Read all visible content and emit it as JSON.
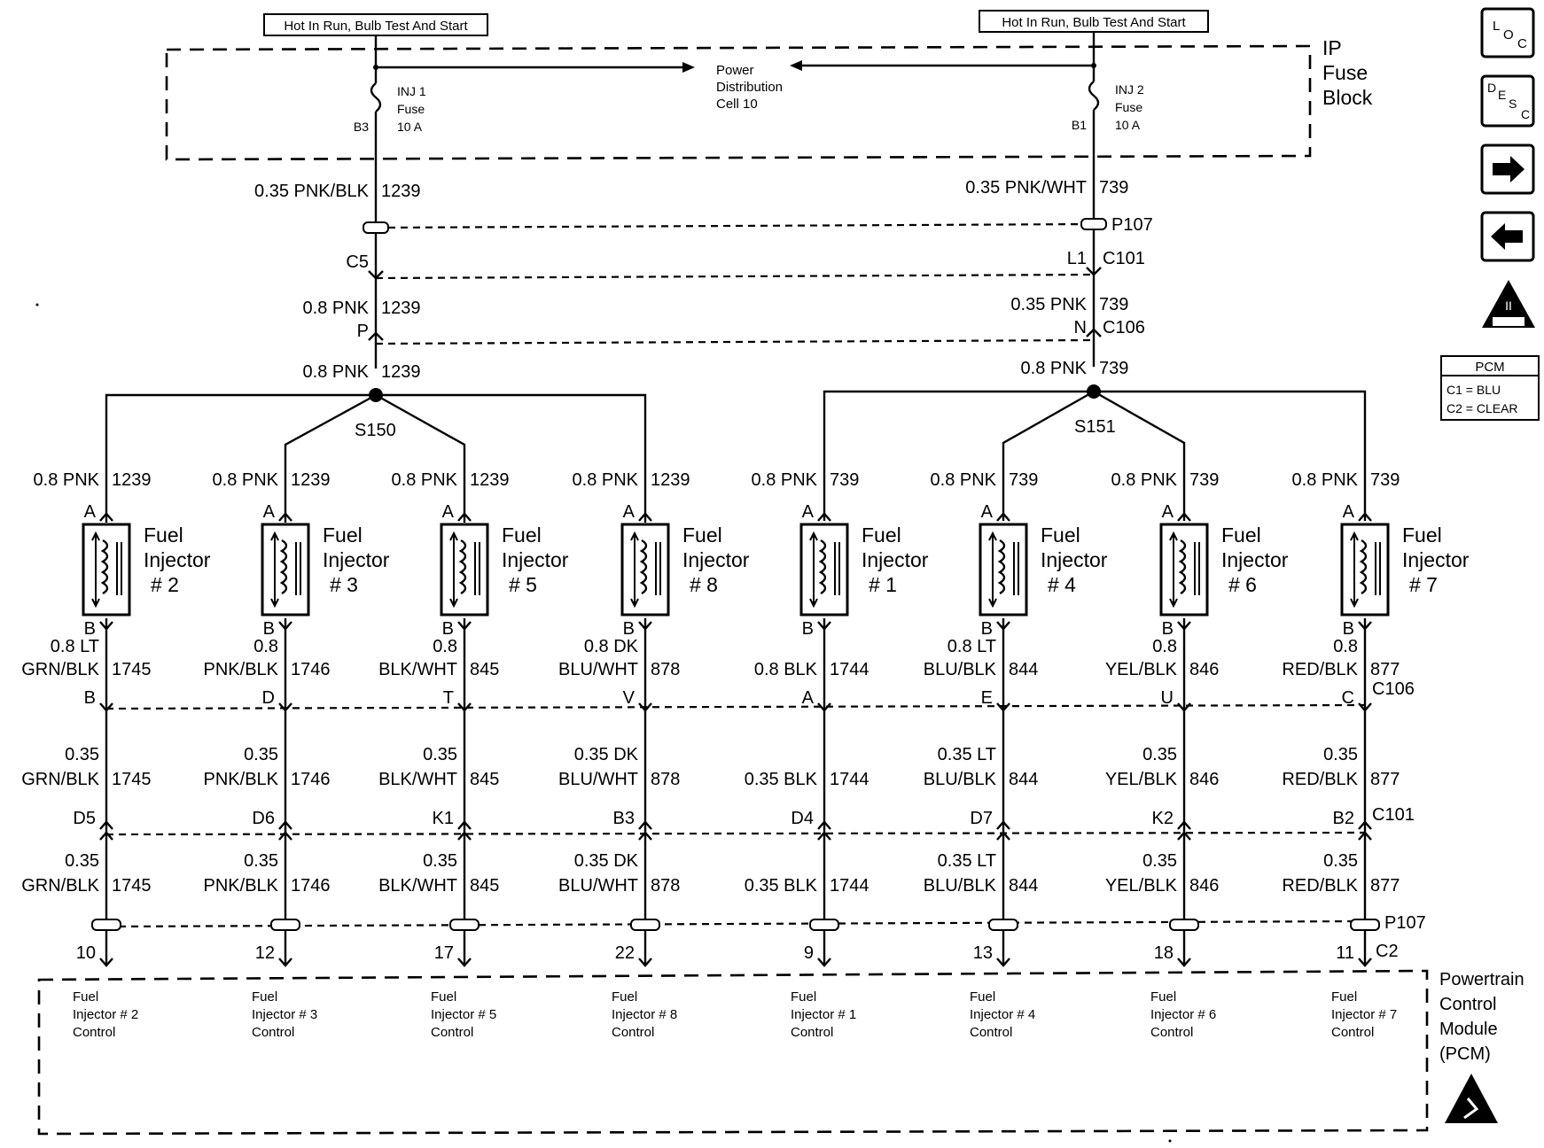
{
  "top": {
    "label_left": "Hot In Run, Bulb Test And Start",
    "label_right": "Hot In Run, Bulb Test And Start",
    "power_dist": [
      "Power",
      "Distribution",
      "Cell 10"
    ],
    "fuse_block": [
      "IP",
      "Fuse",
      "Block"
    ],
    "fuse_left": {
      "name": [
        "INJ 1",
        "Fuse",
        "10 A"
      ],
      "pin": "B3"
    },
    "fuse_right": {
      "name": [
        "INJ 2",
        "Fuse",
        "10 A"
      ],
      "pin": "B1"
    }
  },
  "bus_left": {
    "w1": "0.35 PNK/BLK",
    "c1": "1239",
    "pin_c101": "C5",
    "w2": "0.8 PNK",
    "c2": "1239",
    "pin_c106": "P",
    "w3": "0.8 PNK",
    "c3": "1239",
    "splice": "S150"
  },
  "bus_right": {
    "w1": "0.35 PNK/WHT",
    "c1": "739",
    "p107": "P107",
    "pin_c101": "L1",
    "c101": "C101",
    "w2": "0.35 PNK",
    "c2": "739",
    "pin_c106": "N",
    "c106": "C106",
    "w3": "0.8 PNK",
    "c3": "739",
    "splice": "S151"
  },
  "injectors": [
    {
      "feed_w": "0.8 PNK",
      "feed_c": "1239",
      "title": [
        "Fuel",
        "Injector",
        "# 2"
      ],
      "pinA": "A",
      "pinB": "B",
      "w1": [
        "0.8 LT",
        "GRN/BLK"
      ],
      "c1": "1745",
      "c106": "B",
      "w2": [
        "0.35",
        "GRN/BLK"
      ],
      "c2": "1745",
      "c101": "D5",
      "w3": [
        "0.35",
        "GRN/BLK"
      ],
      "c3": "1745",
      "pcm_pin": "10",
      "pcm_label": [
        "Fuel",
        "Injector # 2",
        "Control"
      ]
    },
    {
      "feed_w": "0.8 PNK",
      "feed_c": "1239",
      "title": [
        "Fuel",
        "Injector",
        "# 3"
      ],
      "pinA": "A",
      "pinB": "B",
      "w1": [
        "0.8",
        "PNK/BLK"
      ],
      "c1": "1746",
      "c106": "D",
      "w2": [
        "0.35",
        "PNK/BLK"
      ],
      "c2": "1746",
      "c101": "D6",
      "w3": [
        "0.35",
        "PNK/BLK"
      ],
      "c3": "1746",
      "pcm_pin": "12",
      "pcm_label": [
        "Fuel",
        "Injector # 3",
        "Control"
      ]
    },
    {
      "feed_w": "0.8 PNK",
      "feed_c": "1239",
      "title": [
        "Fuel",
        "Injector",
        "# 5"
      ],
      "pinA": "A",
      "pinB": "B",
      "w1": [
        "0.8",
        "BLK/WHT"
      ],
      "c1": "845",
      "c106": "T",
      "w2": [
        "0.35",
        "BLK/WHT"
      ],
      "c2": "845",
      "c101": "K1",
      "w3": [
        "0.35",
        "BLK/WHT"
      ],
      "c3": "845",
      "pcm_pin": "17",
      "pcm_label": [
        "Fuel",
        "Injector # 5",
        "Control"
      ]
    },
    {
      "feed_w": "0.8 PNK",
      "feed_c": "1239",
      "title": [
        "Fuel",
        "Injector",
        "# 8"
      ],
      "pinA": "A",
      "pinB": "B",
      "w1": [
        "0.8 DK",
        "BLU/WHT"
      ],
      "c1": "878",
      "c106": "V",
      "w2": [
        "0.35 DK",
        "BLU/WHT"
      ],
      "c2": "878",
      "c101": "B3",
      "w3": [
        "0.35 DK",
        "BLU/WHT"
      ],
      "c3": "878",
      "pcm_pin": "22",
      "pcm_label": [
        "Fuel",
        "Injector # 8",
        "Control"
      ]
    },
    {
      "feed_w": "0.8 PNK",
      "feed_c": "739",
      "title": [
        "Fuel",
        "Injector",
        "# 1"
      ],
      "pinA": "A",
      "pinB": "B",
      "w1": [
        "",
        "0.8 BLK"
      ],
      "c1": "1744",
      "c106": "A",
      "w2": [
        "",
        "0.35 BLK"
      ],
      "c2": "1744",
      "c101": "D4",
      "w3": [
        "",
        "0.35 BLK"
      ],
      "c3": "1744",
      "pcm_pin": "9",
      "pcm_label": [
        "Fuel",
        "Injector # 1",
        "Control"
      ]
    },
    {
      "feed_w": "0.8 PNK",
      "feed_c": "739",
      "title": [
        "Fuel",
        "Injector",
        "# 4"
      ],
      "pinA": "A",
      "pinB": "B",
      "w1": [
        "0.8 LT",
        "BLU/BLK"
      ],
      "c1": "844",
      "c106": "E",
      "w2": [
        "0.35 LT",
        "BLU/BLK"
      ],
      "c2": "844",
      "c101": "D7",
      "w3": [
        "0.35 LT",
        "BLU/BLK"
      ],
      "c3": "844",
      "pcm_pin": "13",
      "pcm_label": [
        "Fuel",
        "Injector # 4",
        "Control"
      ]
    },
    {
      "feed_w": "0.8 PNK",
      "feed_c": "739",
      "title": [
        "Fuel",
        "Injector",
        "# 6"
      ],
      "pinA": "A",
      "pinB": "B",
      "w1": [
        "0.8",
        "YEL/BLK"
      ],
      "c1": "846",
      "c106": "U",
      "w2": [
        "0.35",
        "YEL/BLK"
      ],
      "c2": "846",
      "c101": "K2",
      "w3": [
        "0.35",
        "YEL/BLK"
      ],
      "c3": "846",
      "pcm_pin": "18",
      "pcm_label": [
        "Fuel",
        "Injector # 6",
        "Control"
      ]
    },
    {
      "feed_w": "0.8 PNK",
      "feed_c": "739",
      "title": [
        "Fuel",
        "Injector",
        "# 7"
      ],
      "pinA": "A",
      "pinB": "B",
      "w1": [
        "0.8",
        "RED/BLK"
      ],
      "c1": "877",
      "c106": "C",
      "w2": [
        "0.35",
        "RED/BLK"
      ],
      "c2": "877",
      "c101": "B2",
      "w3": [
        "0.35",
        "RED/BLK"
      ],
      "c3": "877",
      "pcm_pin": "11",
      "pcm_label": [
        "Fuel",
        "Injector # 7",
        "Control"
      ]
    }
  ],
  "connectors": {
    "c106": "C106",
    "c101": "C101",
    "p107": "P107",
    "c2": "C2"
  },
  "pcm": {
    "name": [
      "Powertrain",
      "Control",
      "Module",
      "(PCM)"
    ]
  },
  "legend": {
    "title": "PCM",
    "c1": "C1 = BLU",
    "c2": "C2 = CLEAR"
  },
  "nav": {
    "loc": "LOC",
    "desc": "DESC",
    "obd": "OBD II"
  }
}
